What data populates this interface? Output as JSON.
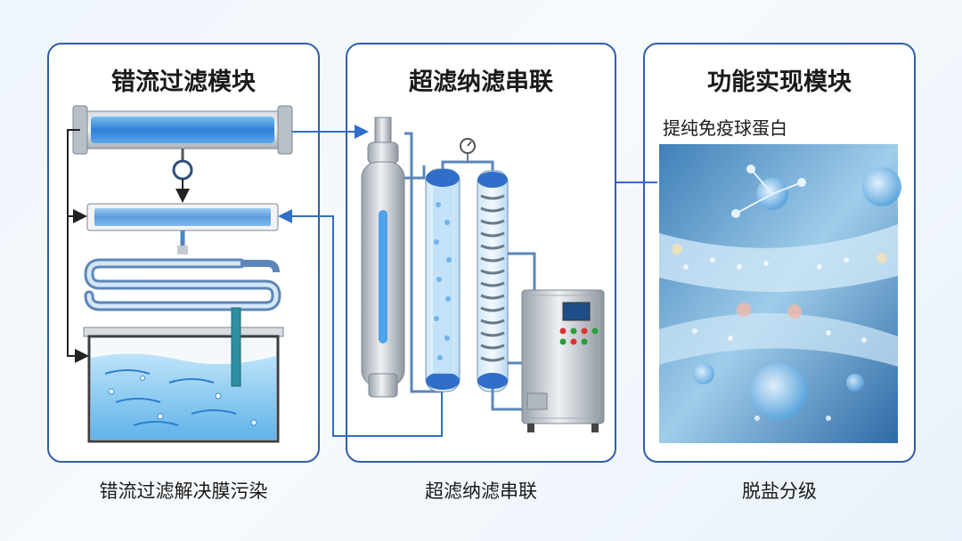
{
  "panels": [
    {
      "title": "错流过滤模块",
      "caption": "错流过滤解决膜污染"
    },
    {
      "title": "超滤纳滤串联",
      "caption": "超滤纳滤串联"
    },
    {
      "title": "功能实现模块",
      "subtitle": "提纯免疫球蛋白",
      "caption": "脱盐分级"
    }
  ],
  "colors": {
    "border": "#2f5fa8",
    "flow_line": "#2f6fc9",
    "water": "#9fd3f3",
    "steel": "#c7ccd2"
  }
}
